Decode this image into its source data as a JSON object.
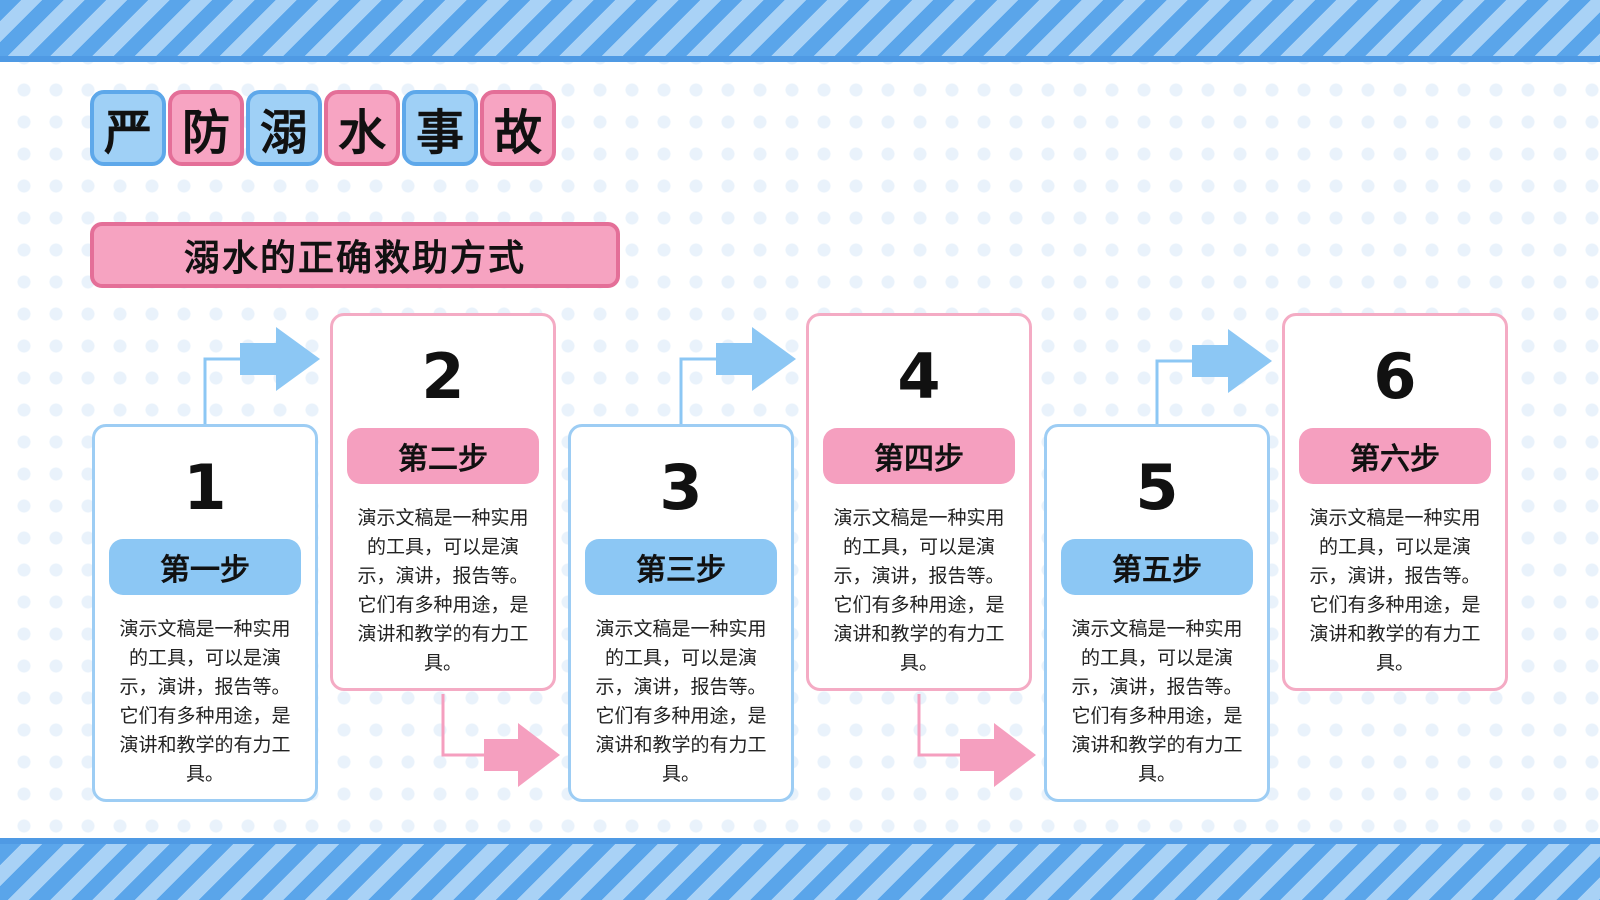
{
  "title_chars": [
    "严",
    "防",
    "溺",
    "水",
    "事",
    "故"
  ],
  "subtitle": "溺水的正确救助方式",
  "steps": [
    {
      "number": "1",
      "label": "第一步",
      "text": "演示文稿是一种实用的工具，可以是演示，演讲，报告等。它们有多种用途，是演讲和教学的有力工具。"
    },
    {
      "number": "2",
      "label": "第二步",
      "text": "演示文稿是一种实用的工具，可以是演示，演讲，报告等。它们有多种用途，是演讲和教学的有力工具。"
    },
    {
      "number": "3",
      "label": "第三步",
      "text": "演示文稿是一种实用的工具，可以是演示，演讲，报告等。它们有多种用途，是演讲和教学的有力工具。"
    },
    {
      "number": "4",
      "label": "第四步",
      "text": "演示文稿是一种实用的工具，可以是演示，演讲，报告等。它们有多种用途，是演讲和教学的有力工具。"
    },
    {
      "number": "5",
      "label": "第五步",
      "text": "演示文稿是一种实用的工具，可以是演示，演讲，报告等。它们有多种用途，是演讲和教学的有力工具。"
    },
    {
      "number": "6",
      "label": "第六步",
      "text": "演示文稿是一种实用的工具，可以是演示，演讲，报告等。它们有多种用途，是演讲和教学的有力工具。"
    }
  ],
  "colors": {
    "blue": "#8cc7f4",
    "pink": "#f59fbf",
    "blue_border": "#5ea8ea",
    "pink_border": "#e46f98"
  }
}
